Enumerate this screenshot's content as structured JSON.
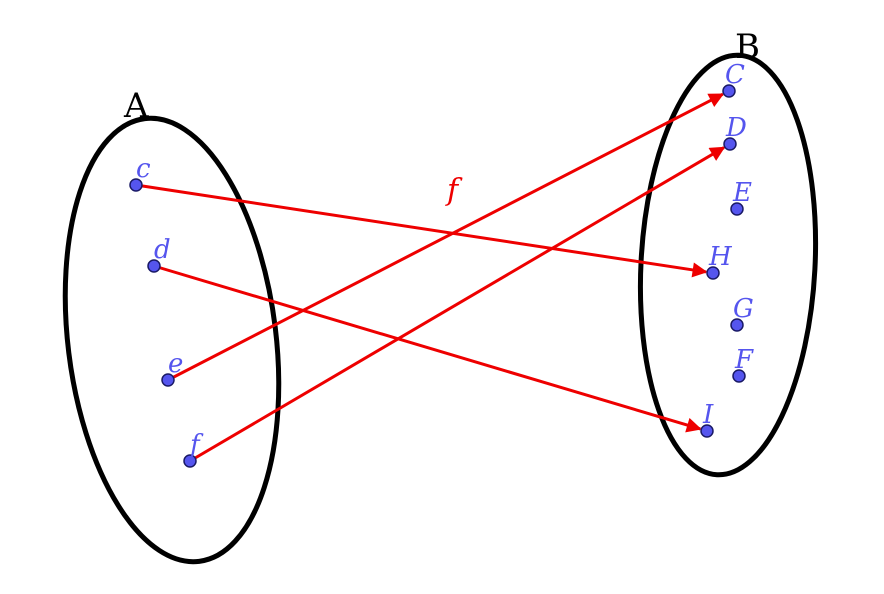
{
  "sets": {
    "domain": {
      "label": "A",
      "points": [
        "c",
        "d",
        "e",
        "f"
      ]
    },
    "codomain": {
      "label": "B",
      "points": [
        "C",
        "D",
        "E",
        "H",
        "G",
        "F",
        "I"
      ]
    }
  },
  "function": {
    "label": "f",
    "mappings": [
      {
        "from": "c",
        "to": "H"
      },
      {
        "from": "d",
        "to": "I"
      },
      {
        "from": "e",
        "to": "C"
      },
      {
        "from": "f",
        "to": "D"
      }
    ]
  },
  "colors": {
    "sets": "#000000",
    "arrows": "#ee0000",
    "points": "#5555ee"
  }
}
